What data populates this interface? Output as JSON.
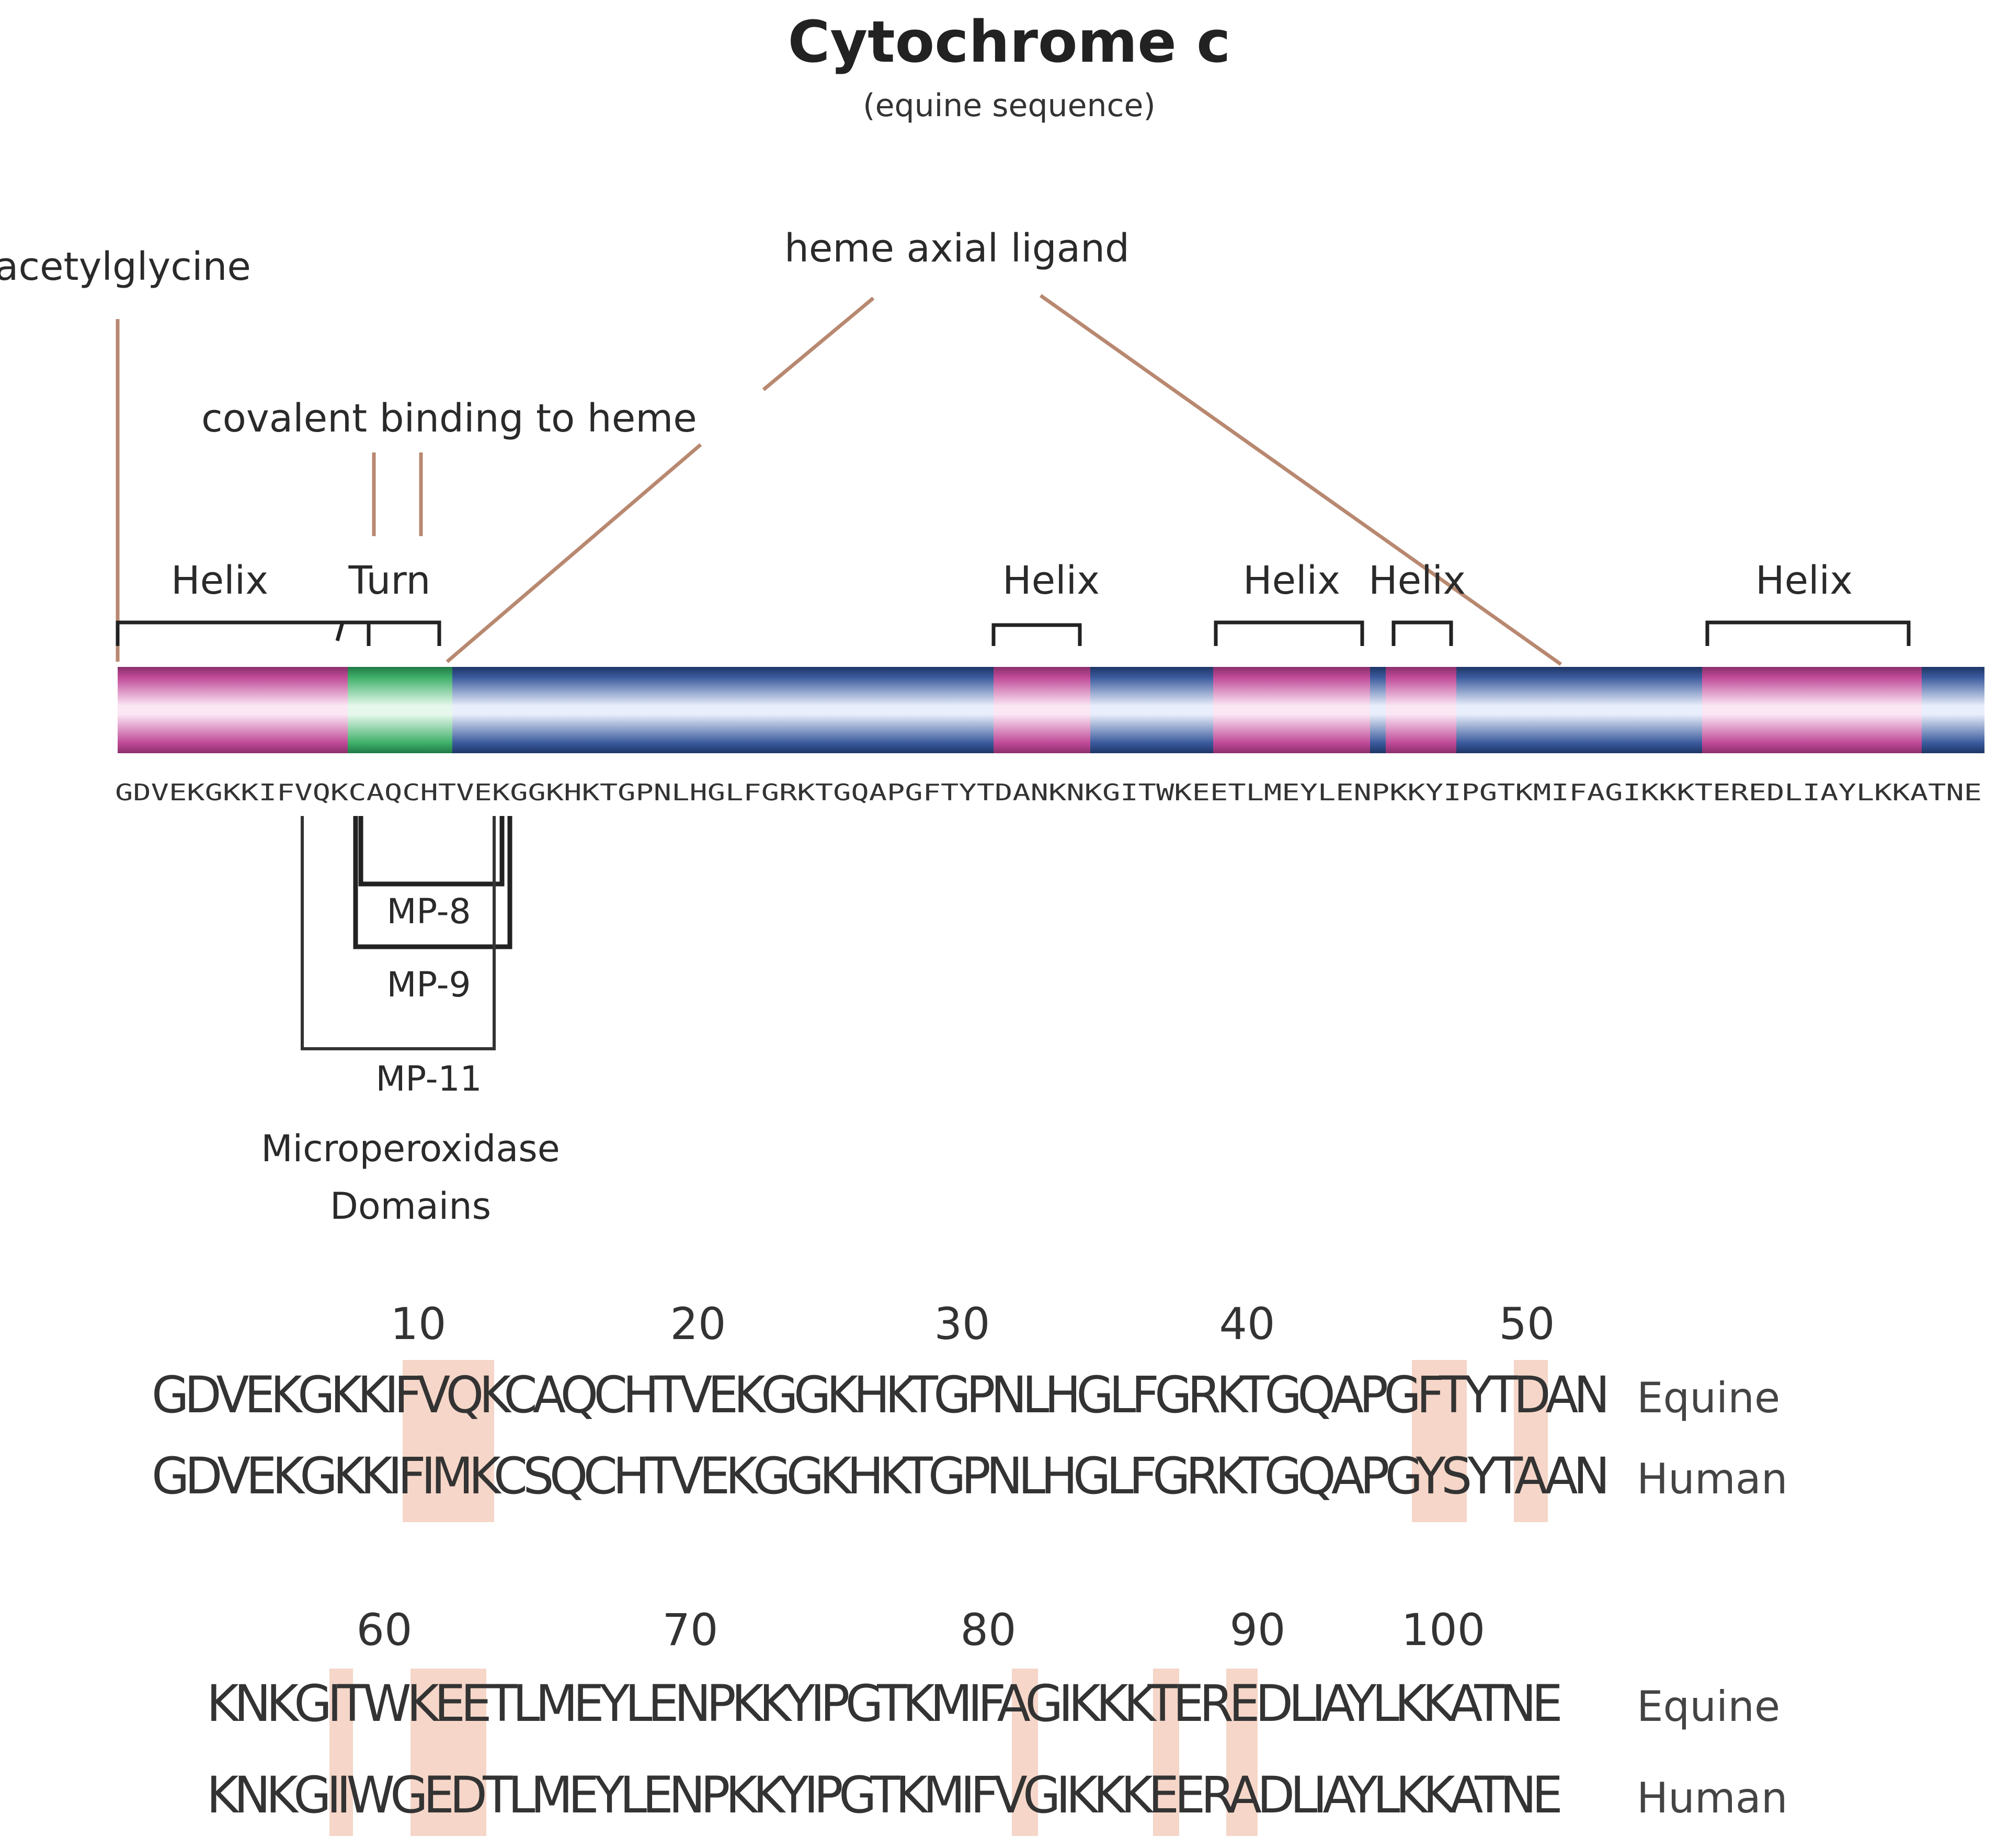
{
  "title": "Cytochrome c",
  "subtitle": "(equine sequence)",
  "labels": {
    "acetylglycine": "acetylglycine",
    "heme_axial_ligand": "heme axial ligand",
    "covalent_binding": "covalent binding to heme"
  },
  "structure_labels": [
    "Helix",
    "Turn",
    "Helix",
    "Helix",
    "Helix",
    "Helix"
  ],
  "backbone_sequence": "GDVEKGKKIFVQKCAQCHTVEKGGKHKTGPNLHGLFGRKTGQAPGFTYTDANKNKGITWKEETLMEYLENPKKYIPGTKMIFAGIKKKTEREDLIAYLKKATNE",
  "microperoxidase": {
    "labels": [
      "MP-8",
      "MP-9",
      "MP-11"
    ],
    "caption_line1": "Microperoxidase",
    "caption_line2": "Domains"
  },
  "alignment": {
    "block1": {
      "numbers": [
        "10",
        "20",
        "30",
        "40",
        "50"
      ],
      "equine": "GDVEKGKKIFVQKCAQCHTVEKGGKHKTGPNLHGLFGRKTGQAPGFTYTDAN",
      "human": "GDVEKGKKIFIMKCSQCHTVEKGGKHKTGPNLHGLFGRKTGQAPGYSYTAAN"
    },
    "block2": {
      "numbers": [
        "60",
        "70",
        "80",
        "90",
        "100"
      ],
      "equine": "KNKGITWKEETLMEYLENPKKYIPGTKMIFAGIKKKTEREDLIAYLKKATNE",
      "human": "KNKGIIWGEDTLMEYLENPKKYIPGTKMIFVGIKKKEERADLIAYLKKATNE"
    },
    "species": {
      "equine": "Equine",
      "human": "Human"
    }
  },
  "colors": {
    "helix": "#c7559f",
    "turn": "#45b86c",
    "coil": "#3a5a9a",
    "ligand_line": "#b88870",
    "difference_highlight": "#f2c8b6"
  }
}
